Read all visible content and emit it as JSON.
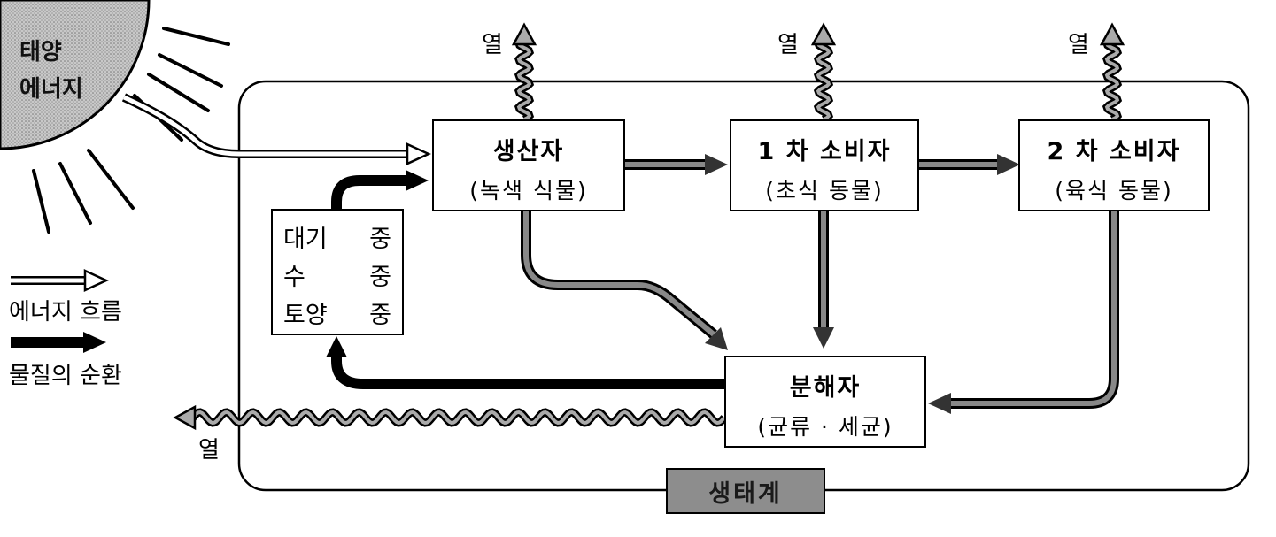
{
  "sun": {
    "line1": "태양",
    "line2": "에너지"
  },
  "heat_label": "열",
  "producer": {
    "title": "생산자",
    "sub": "(녹색 식물)"
  },
  "consumer1": {
    "title": "1 차 소비자",
    "sub": "(초식 동물)"
  },
  "consumer2": {
    "title": "2 차 소비자",
    "sub": "(육식 동물)"
  },
  "decomposer": {
    "title": "분해자",
    "sub": "(균류 · 세균)"
  },
  "pool": {
    "row1": [
      "대기",
      "중"
    ],
    "row2": [
      "수",
      "중"
    ],
    "row3": [
      "토양",
      "중"
    ]
  },
  "ecosystem_label": "생태계",
  "legend": {
    "energy_flow": "에너지 흐름",
    "matter_cycle": "물질의 순환"
  }
}
